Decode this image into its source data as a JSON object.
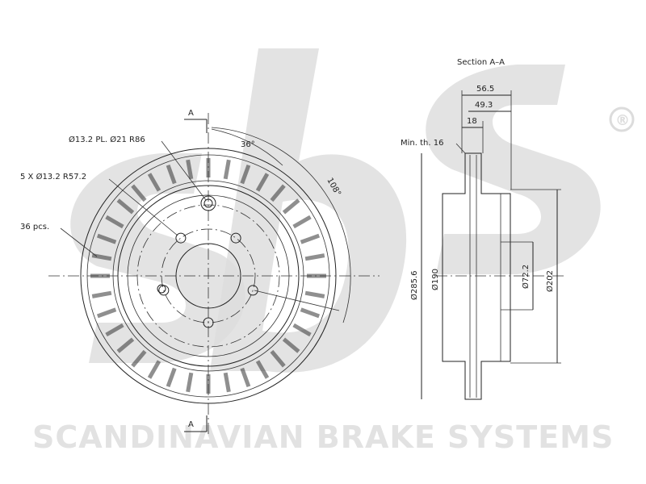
{
  "watermark": {
    "brand_footer": "SCANDINAVIAN BRAKE SYSTEMS",
    "registered_mark": "®",
    "color": "#dcdcdc"
  },
  "front_view": {
    "section_marker_top": "A",
    "section_marker_bottom": "A",
    "label_bolt_holes": "Ø13.2 PL. Ø21 R86",
    "label_lug_holes": "5 X Ø13.2 R57.2",
    "label_vents": "36 pcs.",
    "label_angle": "36°",
    "label_arc": "108°"
  },
  "section_view": {
    "title": "Section A–A",
    "dim_overall_width": "56.5",
    "dim_hat_depth": "49.3",
    "dim_disc_thickness": "18",
    "label_min_thickness": "Min. th. 16",
    "dim_outer_diameter": "Ø285.6",
    "dim_hat_diameter": "Ø190",
    "dim_center_bore": "Ø72.2",
    "dim_hub_diameter": "Ø202"
  }
}
